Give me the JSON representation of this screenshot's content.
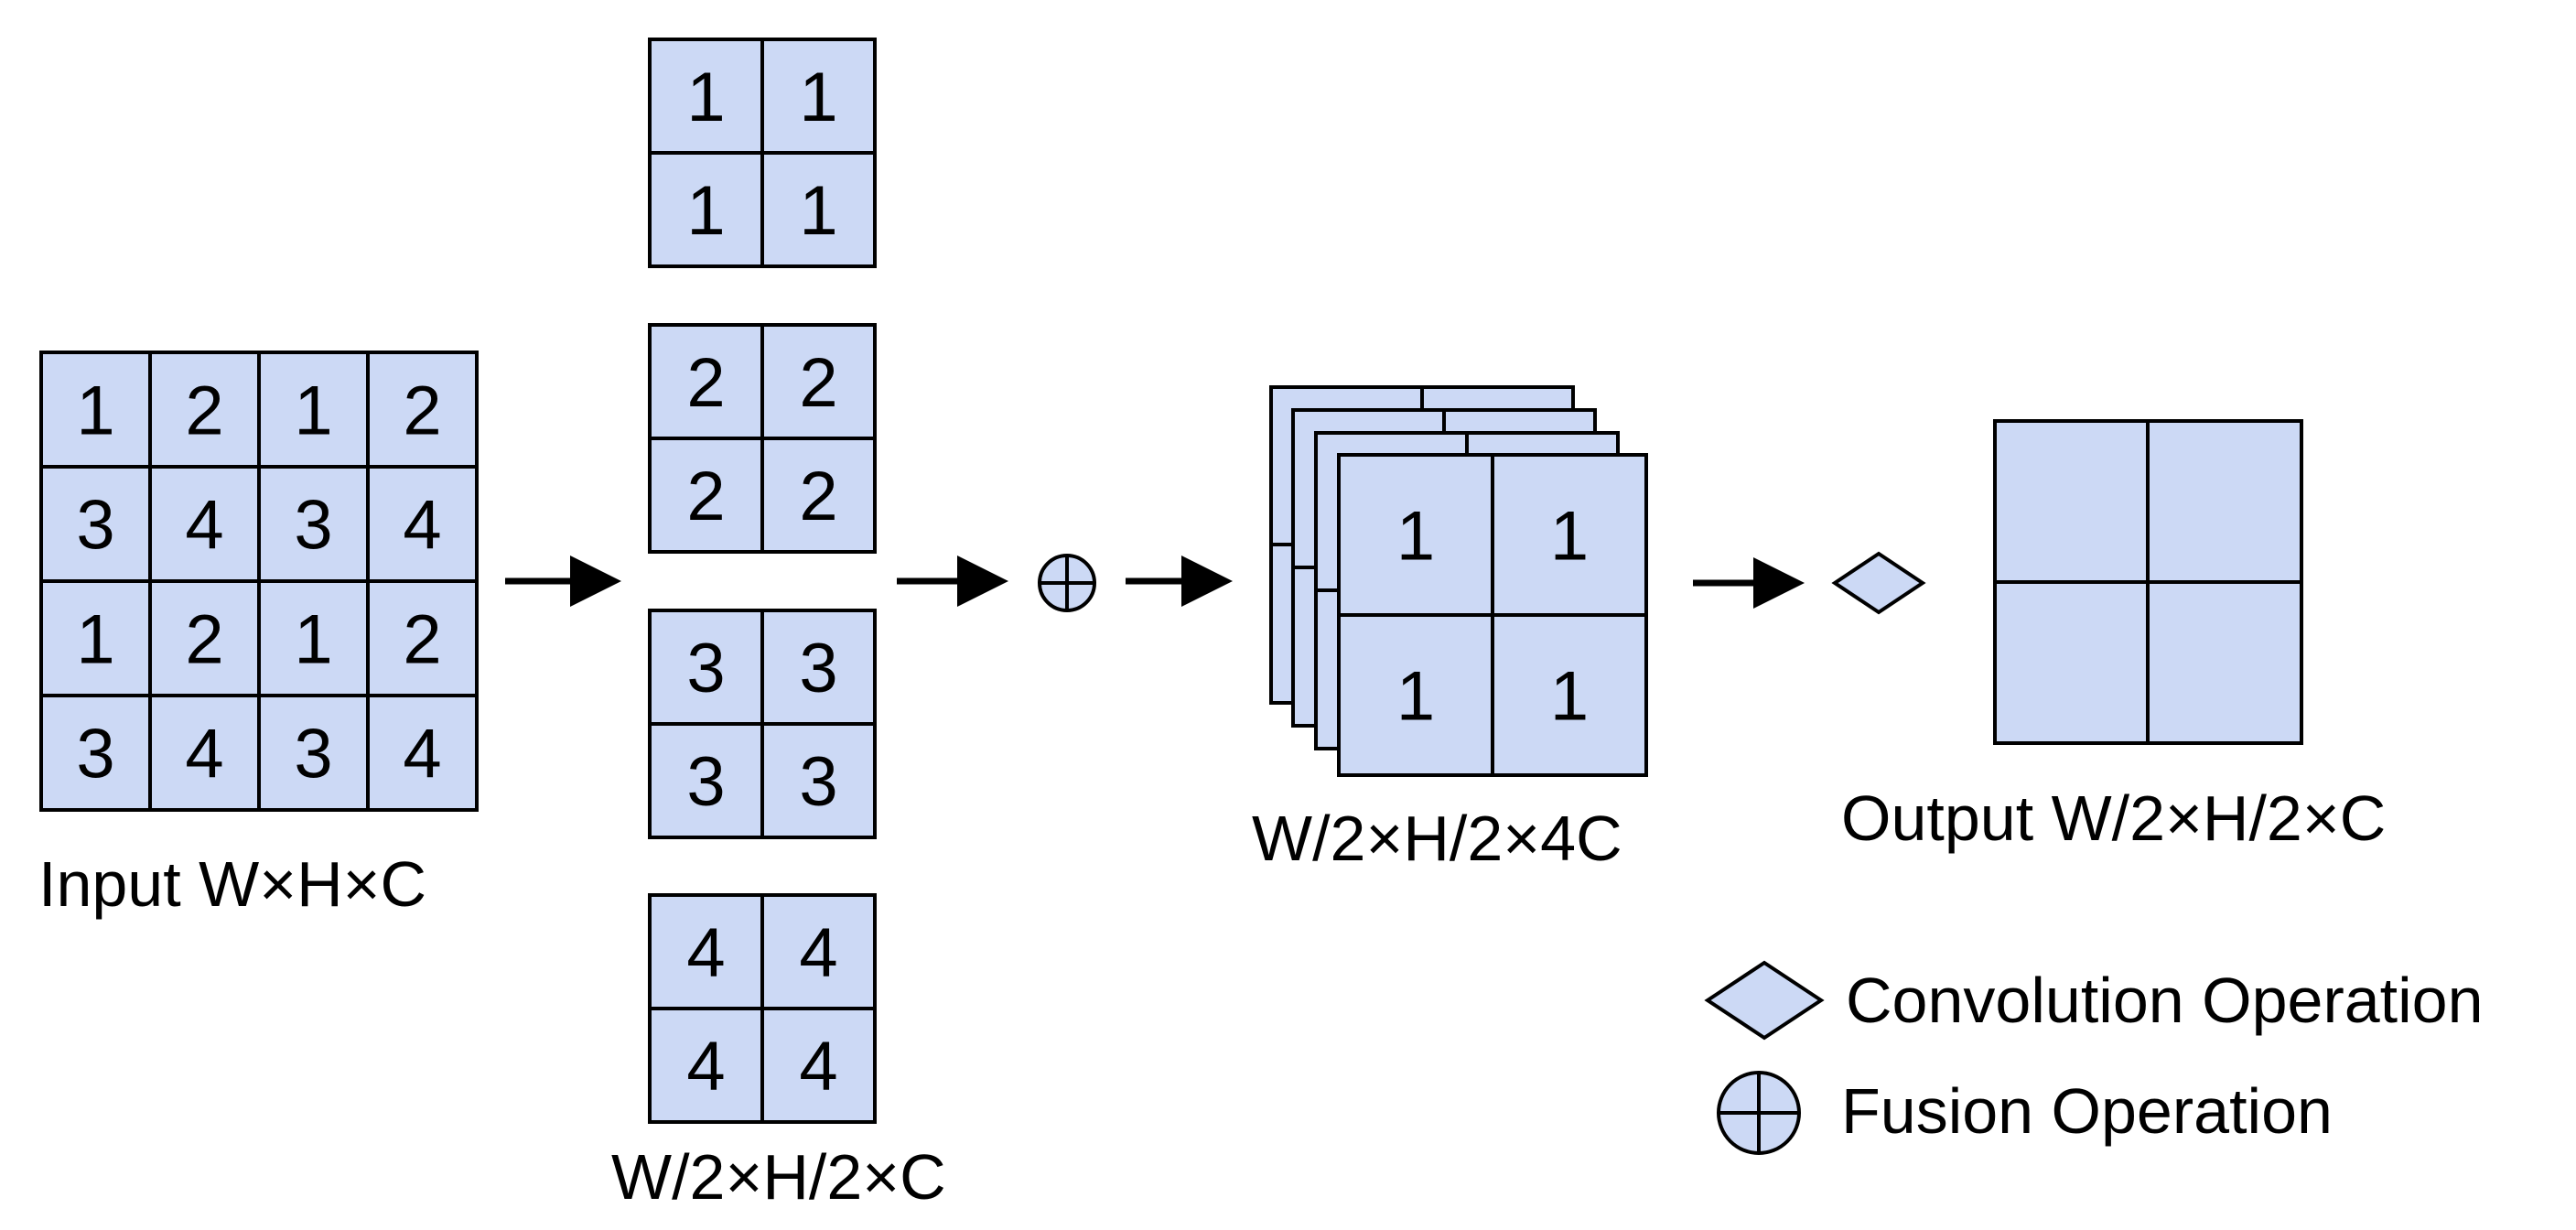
{
  "input_grid": {
    "label": "Input W×H×C",
    "cells": [
      [
        "1",
        "2",
        "1",
        "2"
      ],
      [
        "3",
        "4",
        "3",
        "4"
      ],
      [
        "1",
        "2",
        "1",
        "2"
      ],
      [
        "3",
        "4",
        "3",
        "4"
      ]
    ]
  },
  "split_grids": {
    "label": "W/2×H/2×C",
    "grids": [
      [
        [
          "1",
          "1"
        ],
        [
          "1",
          "1"
        ]
      ],
      [
        [
          "2",
          "2"
        ],
        [
          "2",
          "2"
        ]
      ],
      [
        [
          "3",
          "3"
        ],
        [
          "3",
          "3"
        ]
      ],
      [
        [
          "4",
          "4"
        ],
        [
          "4",
          "4"
        ]
      ]
    ]
  },
  "stacked": {
    "label": "W/2×H/2×4C",
    "front_cells": [
      [
        "1",
        "1"
      ],
      [
        "1",
        "1"
      ]
    ]
  },
  "output": {
    "label": "Output W/2×H/2×C"
  },
  "legend": {
    "convolution_label": "Convolution Operation",
    "fusion_label": "Fusion Operation"
  },
  "colors": {
    "cell_fill": "#ccd9f5",
    "stroke": "#000000"
  }
}
